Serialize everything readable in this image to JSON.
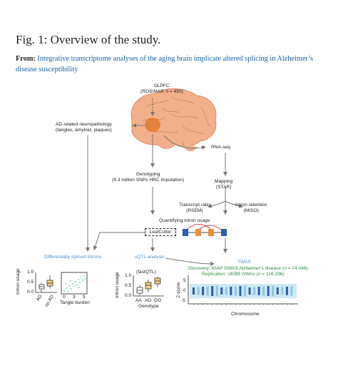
{
  "header": {
    "figure_title": "Fig. 1: Overview of the study.",
    "from_label": "From:",
    "article_link": "Integrative transcriptome analyses of the aging brain implicate altered splicing in Alzheimer’s disease susceptibility"
  },
  "diagram": {
    "dlpfc_line1": "DLPFC",
    "dlpfc_line2_pre": "(ROS/MAP, ",
    "dlpfc_n": "n",
    "dlpfc_line2_post": " = 450)",
    "neuropath_line1": "AD-related neuropathology",
    "neuropath_line2": "(tangles, amyloid, plaques)",
    "rnaseq": "RNA-seq",
    "genotyping_line1": "Genotyping",
    "genotyping_line2": "(8.3 million SNPs HRC imputation)",
    "mapping_line1": "Mapping",
    "mapping_line2": "(STAR)",
    "transcript_line1": "Transcript ratio",
    "transcript_line2": "(RSEM)",
    "intron_ret_line1": "Intron retention",
    "intron_ret_line2": "(MISO)",
    "quantifying": "Quantifying intron usage",
    "leafcutter": "LeafCutter",
    "diff_spliced": "Differentially spliced introns",
    "sqtl": "sQTL analysis",
    "twas_title": "TWAS",
    "twas_discovery_pre": "Discovery: IGAP GWAS Alzheimer’s disease (",
    "twas_discovery_n": "n",
    "twas_discovery_post": " = 74,046)",
    "twas_replication_pre": "Replication: UKBB GWAx (",
    "twas_replication_n": "n",
    "twas_replication_post": " = 116,196)"
  },
  "panel_box": {
    "ylabel": "Intron usage",
    "yticks": [
      "1.0",
      "0.5",
      "0.0"
    ],
    "xticks": [
      "AD",
      "no AD"
    ]
  },
  "panel_scatter": {
    "xlabel": "Tangle burden",
    "xticks": [
      "0",
      "3",
      "5"
    ]
  },
  "panel_sqtl": {
    "tool": "(fastQTL)",
    "ylabel": "Intron usage",
    "yticks": [
      "1.0",
      "0.5",
      "0.0"
    ],
    "xticks": [
      "AA",
      "AG",
      "GG"
    ],
    "xlabel": "Genotype"
  },
  "panel_manhattan": {
    "ylabel": "Z-score",
    "yticks": [
      "5",
      "0",
      "-5"
    ],
    "xlabel": "Chromosome"
  },
  "colors": {
    "link_blue": "#1a5fa8",
    "label_blue": "#4a90c9",
    "label_green": "#2e8b3a",
    "brain": "#f2b08a",
    "dlpfc_region": "#e07a2e",
    "box_yellow": "#f0d080",
    "scatter_teal": "#5fc4b8",
    "manhattan_blue": "#2b5fa8",
    "manhattan_light": "#8ac8e0"
  }
}
